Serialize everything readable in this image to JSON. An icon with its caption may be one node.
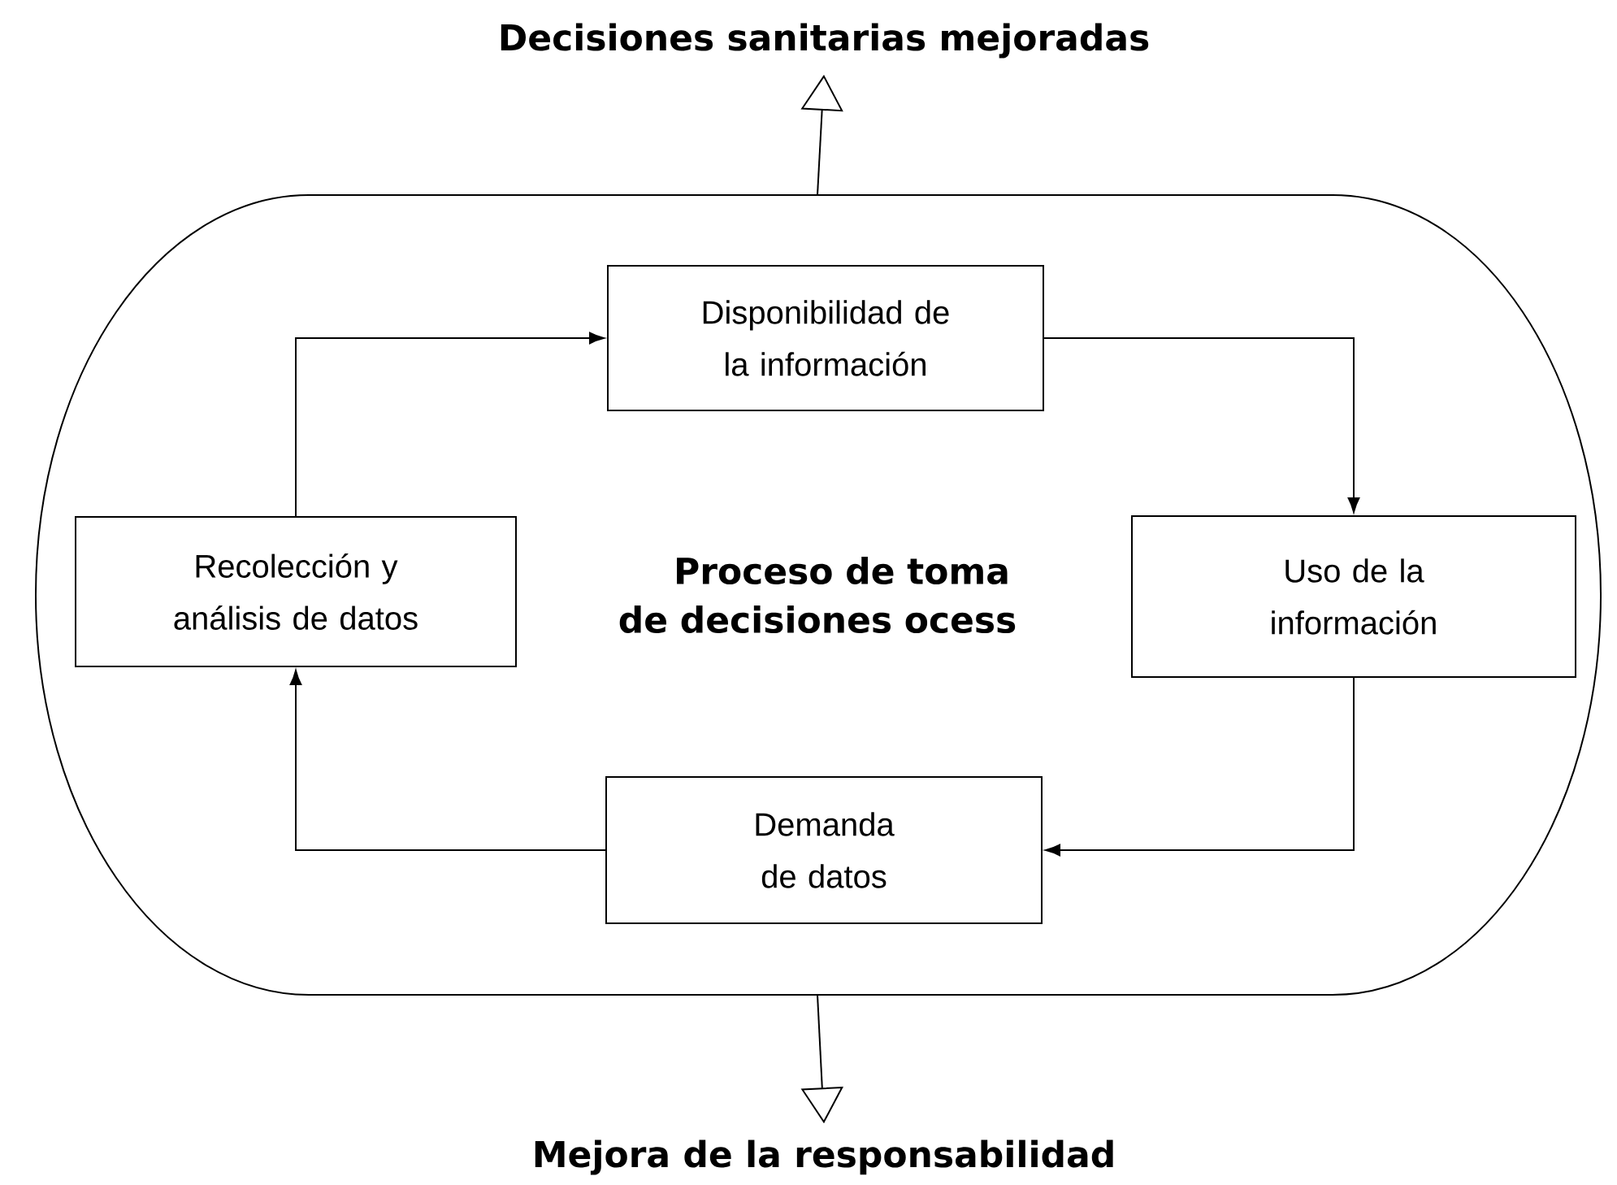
{
  "diagram": {
    "nodes": [
      {
        "text": [
          "Proceso de toma de decisiones ocess"
        ]
      },
      {
        "text": [
          "Disponibilidad de la información"
        ],
        "in": 0
      },
      {
        "text": [
          "Uso de la información"
        ],
        "in": 0
      },
      {
        "text": [
          "Demanda de datos"
        ],
        "in": 0
      },
      {
        "text": [
          "Recolección y análisis de datos"
        ],
        "in": 0
      },
      {
        "text": [
          "Decisiones sanitarias mejoradas"
        ]
      },
      {
        "text": [
          "Mejora de la responsabilidad"
        ]
      }
    ],
    "edges": [
      {
        "from": 4,
        "to": 1,
        "arrow": "to"
      },
      {
        "from": 1,
        "to": 2,
        "arrow": "to"
      },
      {
        "from": 2,
        "to": 3,
        "arrow": "to"
      },
      {
        "from": 3,
        "to": 4,
        "arrow": "to"
      },
      {
        "from": 0,
        "to": 5,
        "arrow": "to"
      },
      {
        "from": 0,
        "to": 6,
        "arrow": "to"
      }
    ]
  }
}
